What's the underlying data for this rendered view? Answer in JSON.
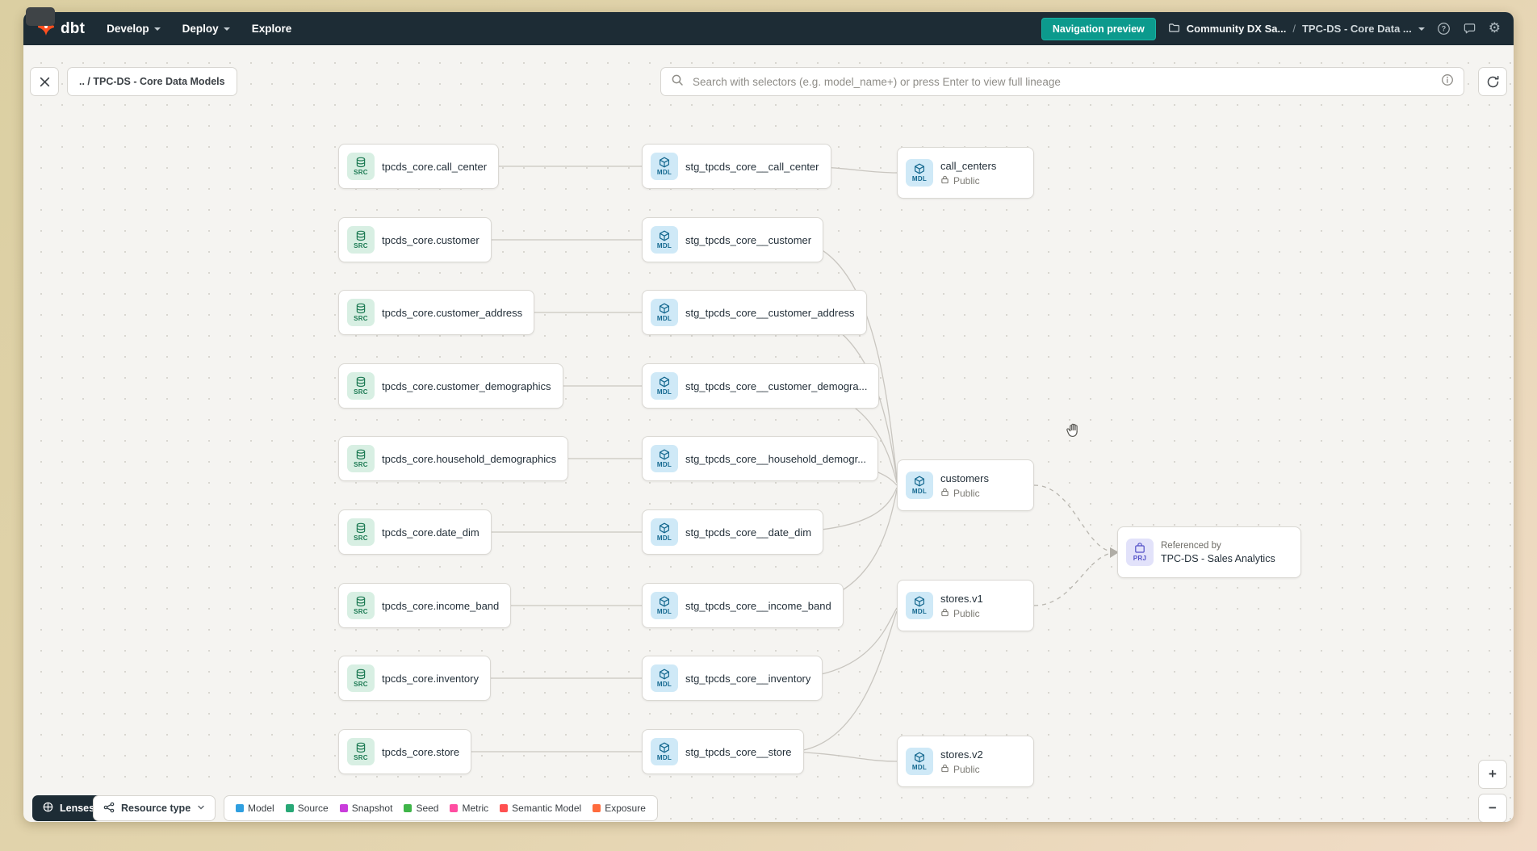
{
  "nav": {
    "logo_text": "dbt",
    "menu": [
      {
        "label": "Develop"
      },
      {
        "label": "Deploy"
      },
      {
        "label": "Explore"
      }
    ],
    "preview_button_label": "Navigation preview",
    "breadcrumb": {
      "project": "Community DX Sa...",
      "separator": "/",
      "page": "TPC-DS - Core Data ..."
    }
  },
  "toolbar": {
    "back_chip_label": ".. / TPC-DS - Core Data Models",
    "search_placeholder": "Search with selectors (e.g. model_name+) or press Enter to view full lineage"
  },
  "graph": {
    "icon_labels": {
      "source": "SRC",
      "model": "MDL",
      "project": "PRJ"
    },
    "src_nodes": [
      "tpcds_core.call_center",
      "tpcds_core.customer",
      "tpcds_core.customer_address",
      "tpcds_core.customer_demographics",
      "tpcds_core.household_demographics",
      "tpcds_core.date_dim",
      "tpcds_core.income_band",
      "tpcds_core.inventory",
      "tpcds_core.store"
    ],
    "stg_nodes": [
      "stg_tpcds_core__call_center",
      "stg_tpcds_core__customer",
      "stg_tpcds_core__customer_address",
      "stg_tpcds_core__customer_demogra...",
      "stg_tpcds_core__household_demogr...",
      "stg_tpcds_core__date_dim",
      "stg_tpcds_core__income_band",
      "stg_tpcds_core__inventory",
      "stg_tpcds_core__store"
    ],
    "public_nodes": [
      {
        "name": "call_centers",
        "access": "Public"
      },
      {
        "name": "customers",
        "access": "Public"
      },
      {
        "name": "stores.v1",
        "access": "Public"
      },
      {
        "name": "stores.v2",
        "access": "Public"
      }
    ],
    "project_node": {
      "caption": "Referenced by",
      "name": "TPC-DS - Sales Analytics"
    }
  },
  "footer": {
    "lenses_label": "Lenses",
    "resource_type_label": "Resource type",
    "legend": [
      {
        "label": "Model",
        "color": "#2f9fe0"
      },
      {
        "label": "Source",
        "color": "#28a876"
      },
      {
        "label": "Snapshot",
        "color": "#c93ddb"
      },
      {
        "label": "Seed",
        "color": "#3fb549"
      },
      {
        "label": "Metric",
        "color": "#ff4da1"
      },
      {
        "label": "Semantic Model",
        "color": "#ff5050"
      },
      {
        "label": "Exposure",
        "color": "#ff6b3d"
      }
    ]
  },
  "zoom_controls": {
    "zoom_in": "+",
    "zoom_out": "−"
  }
}
